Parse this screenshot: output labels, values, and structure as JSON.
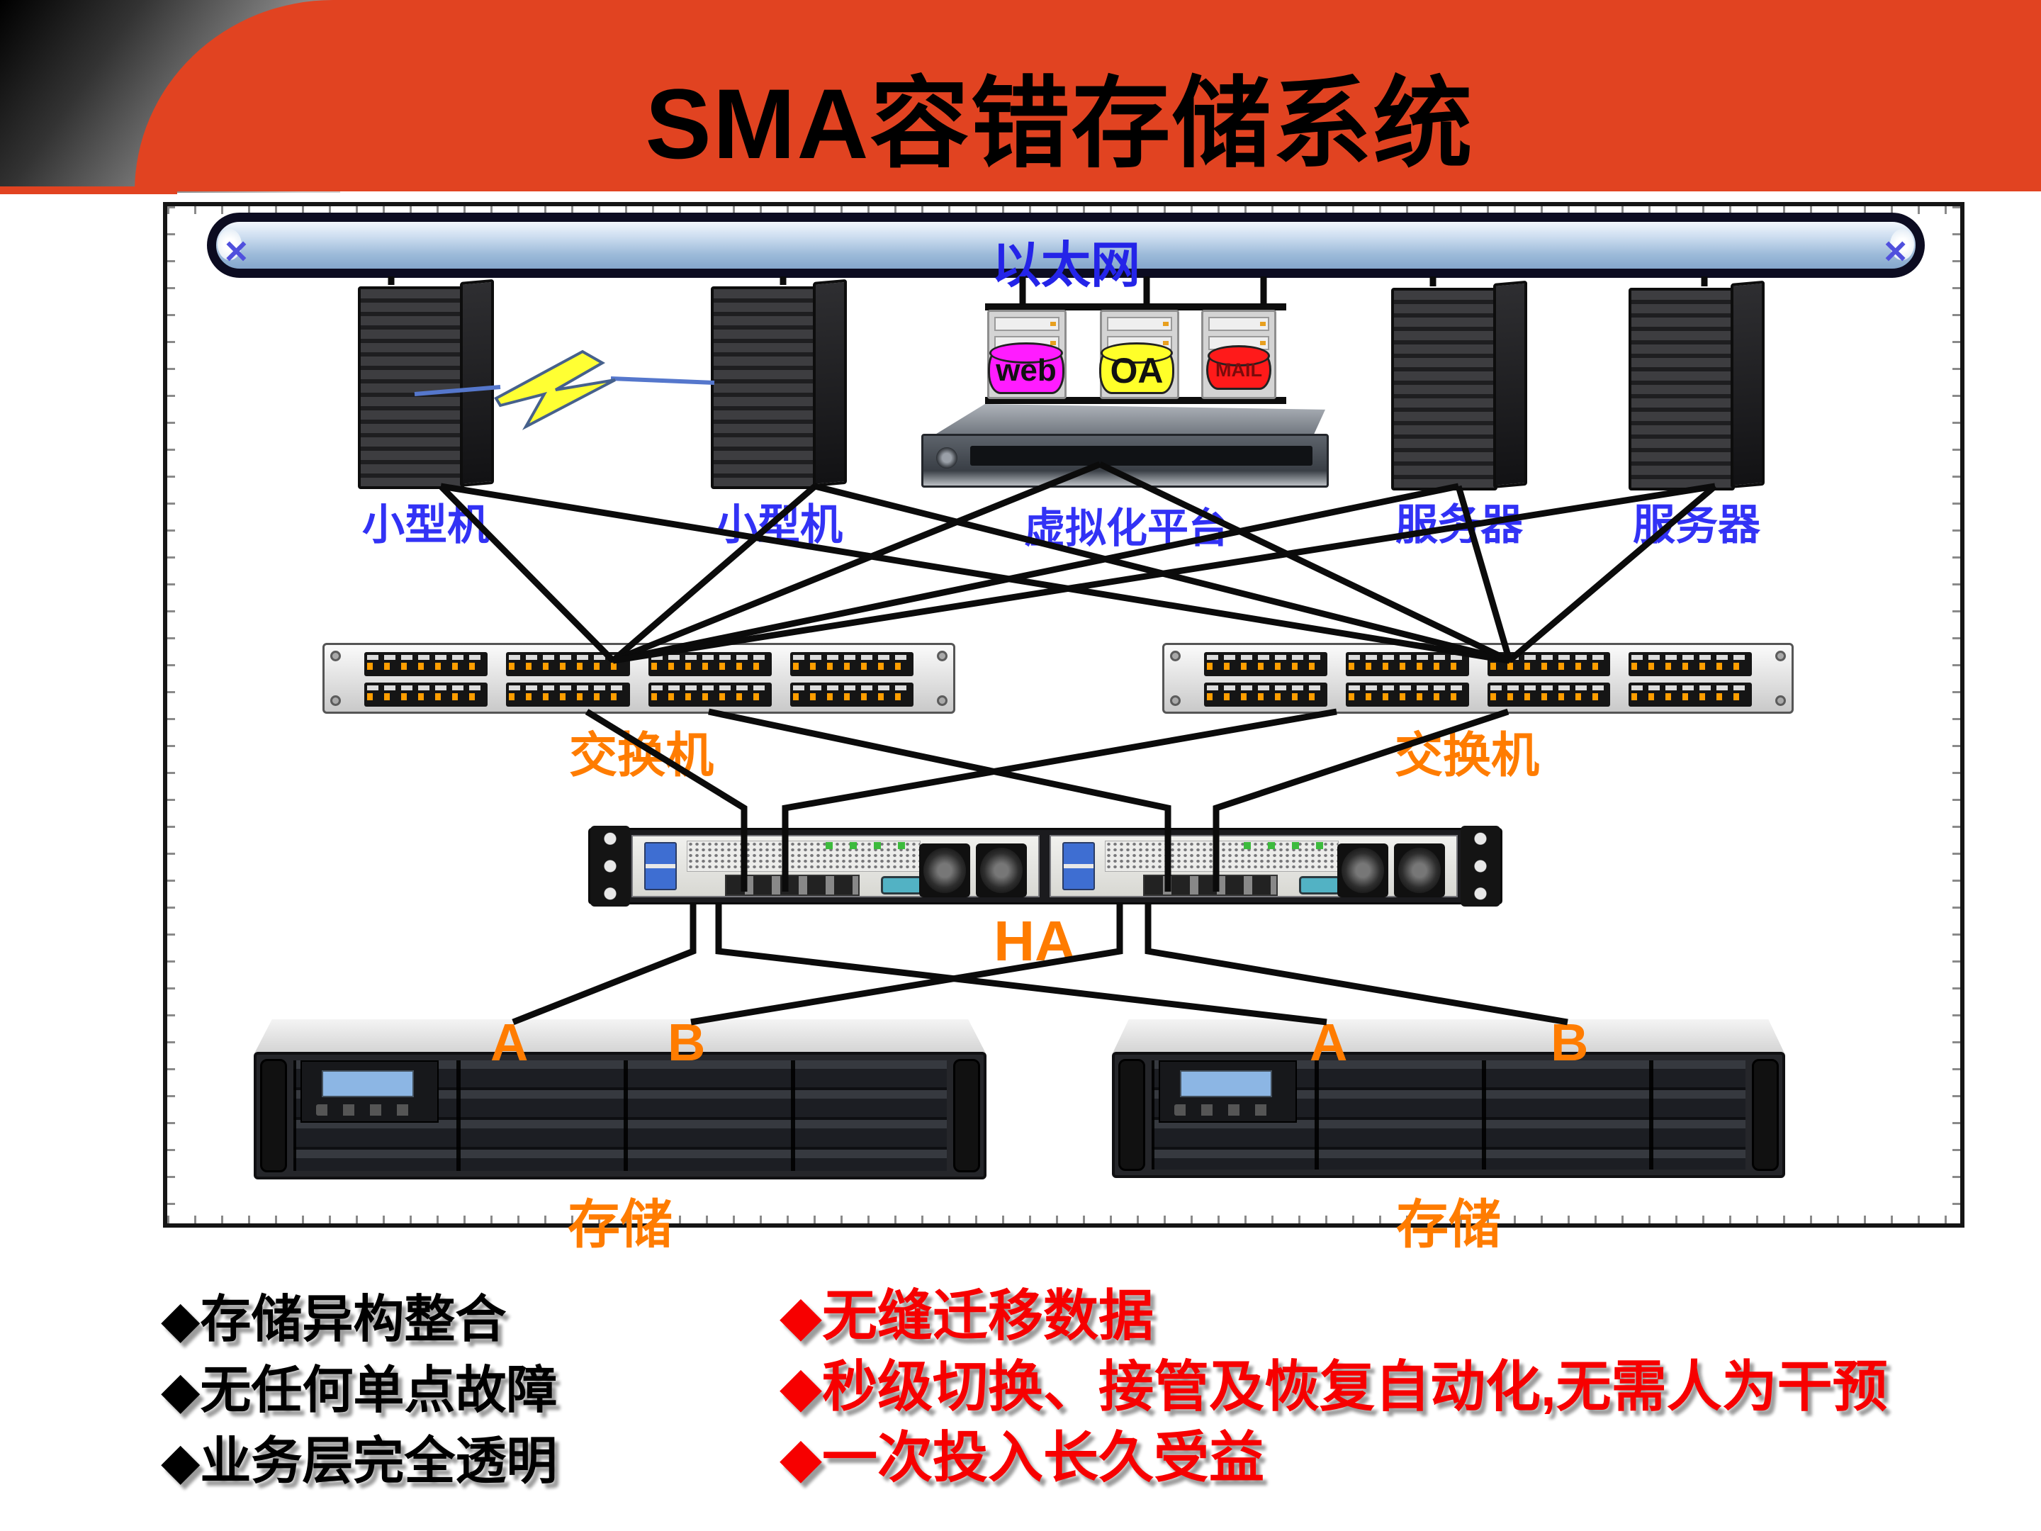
{
  "slide": {
    "title": "SMA容错存储系统"
  },
  "diagram": {
    "ethernet": {
      "label": "以太网",
      "end_mark": "×"
    },
    "nodes": {
      "mini1": "小型机",
      "mini2": "小型机",
      "virt": "虚拟化平台",
      "server1": "服务器",
      "server2": "服务器"
    },
    "vm": {
      "web": "web",
      "oa": "OA",
      "mail": "MAIL"
    },
    "switches": {
      "left": "交换机",
      "right": "交换机"
    },
    "ha": "HA",
    "storage1": {
      "label": "存储",
      "port_a": "A",
      "port_b": "B"
    },
    "storage2": {
      "label": "存储",
      "port_a": "A",
      "port_b": "B"
    }
  },
  "bullets": {
    "black": [
      "◆存储异构整合",
      "◆无任何单点故障",
      "◆业务层完全透明"
    ],
    "red": [
      "◆无缝迁移数据",
      "◆秒级切换、接管及恢复自动化,无需人为干预",
      "◆一次投入长久受益"
    ]
  },
  "colors": {
    "banner_red": "#E14321",
    "label_blue": "#3232F5",
    "label_orange": "#FF7C00",
    "bullet_red": "#F70000",
    "bus_blue": "#9cbad9",
    "web_cylinder": "#FF1CFF",
    "oa_cylinder": "#FFFF29",
    "mail_cylinder": "#FF1A1A"
  }
}
